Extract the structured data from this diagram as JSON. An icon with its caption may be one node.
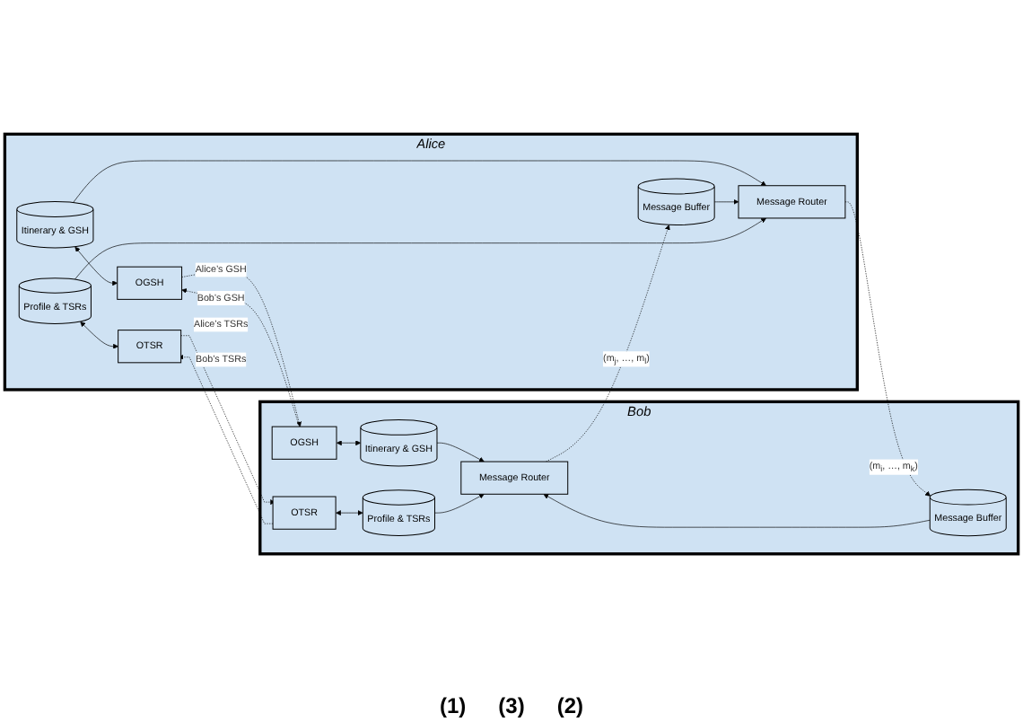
{
  "diagram": {
    "nodes": [
      {
        "text": [
          "Alice"
        ]
      },
      {
        "text": [
          "Itinerary & GSH"
        ],
        "in": 0
      },
      {
        "text": [
          "OGSH"
        ],
        "in": 0
      },
      {
        "text": [
          "Message Router"
        ],
        "in": 0
      },
      {
        "text": [
          "Message Buffer"
        ],
        "in": 0
      },
      {
        "text": [
          "Profile & TSRs"
        ],
        "in": 0
      },
      {
        "text": [
          "OTSR"
        ],
        "in": 0
      },
      {
        "text": [
          "Bob"
        ]
      },
      {
        "text": [
          "OGSH"
        ],
        "in": 7
      },
      {
        "text": [
          "Itinerary & GSH"
        ],
        "in": 7
      },
      {
        "text": [
          "Message Router"
        ],
        "in": 7
      },
      {
        "text": [
          "Message Buffer"
        ],
        "in": 7
      },
      {
        "text": [
          "OTSR"
        ],
        "in": 7
      },
      {
        "text": [
          "Profile & TSRs"
        ],
        "in": 7
      }
    ],
    "edges": [
      {
        "from": 1,
        "to": 2,
        "arrow": "both"
      },
      {
        "from": 1,
        "to": 3,
        "arrow": "to"
      },
      {
        "from": 4,
        "to": 3,
        "arrow": "to"
      },
      {
        "from": 5,
        "to": 3,
        "arrow": "to"
      },
      {
        "from": 5,
        "to": 6,
        "arrow": "both"
      },
      {
        "from": 2,
        "to": 8,
        "arrow": "to",
        "style": "dashed",
        "label": "Alice’s GSH"
      },
      {
        "from": 8,
        "to": 2,
        "arrow": "to",
        "style": "dashed",
        "label": "Bob’s GSH"
      },
      {
        "from": 3,
        "to": 11,
        "arrow": "to",
        "style": "dashed",
        "label": "(m$_{i}$, …, m$_{k}$)"
      },
      {
        "from": 10,
        "to": 4,
        "arrow": "to",
        "style": "dashed",
        "label": "(m$_{j}$, …, m$_{l}$)"
      },
      {
        "from": 6,
        "to": 12,
        "arrow": "to",
        "style": "dashed",
        "label": "Alice’s TSRs"
      },
      {
        "from": 12,
        "to": 6,
        "arrow": "to",
        "style": "dashed",
        "label": "Bob’s TSRs"
      },
      {
        "from": 8,
        "to": 9,
        "arrow": "both"
      },
      {
        "from": 9,
        "to": 10,
        "arrow": "to"
      },
      {
        "from": 11,
        "to": 10,
        "arrow": "to"
      },
      {
        "from": 13,
        "to": 10,
        "arrow": "to"
      },
      {
        "from": 12,
        "to": 13,
        "arrow": "both"
      }
    ],
    "labels": [
      "(1)",
      "(3)",
      "(2)"
    ]
  }
}
